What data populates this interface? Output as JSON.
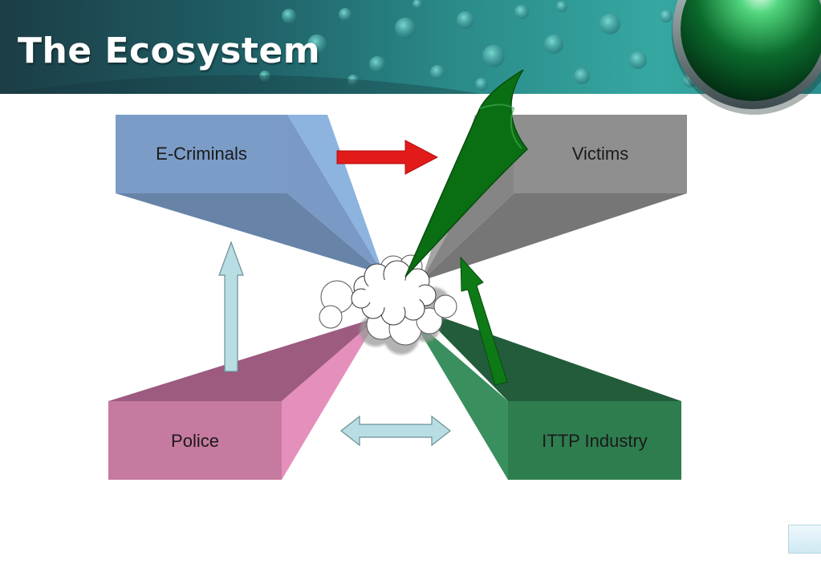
{
  "slide": {
    "title": "The Ecosystem"
  },
  "nodes": {
    "e_criminals": "E-Criminals",
    "victims": "Victims",
    "police": "Police",
    "ittp_industry": "ITTP Industry"
  },
  "colors": {
    "e_criminals_front": "#7b9cc7",
    "victims_front": "#8f8f8f",
    "police_front": "#c77aa0",
    "ittp_front": "#2e7d4f",
    "red_arrow": "#e21a1a",
    "green_arrow": "#0d7a16",
    "light_arrow": "#b8dde3"
  }
}
